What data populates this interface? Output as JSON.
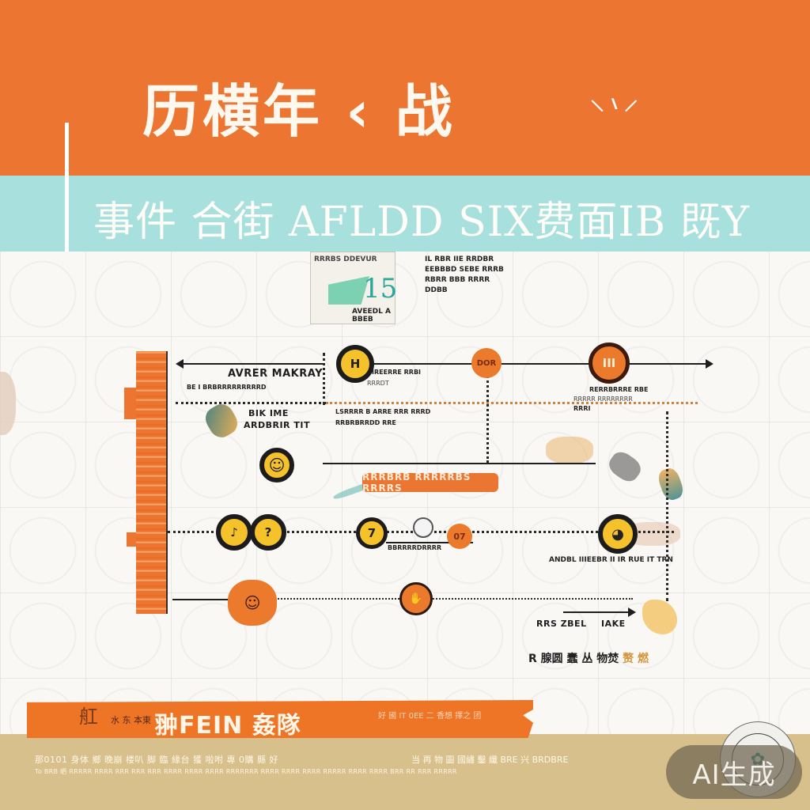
{
  "header": {
    "title": "历横年 ‹ 战",
    "title_deco": "⸜៶⸝",
    "subtitle": "事件 合街 AFLDD SIX费面IB 既Y",
    "colors": {
      "orange": "#ec7532",
      "teal": "#a7e0dc"
    }
  },
  "thumbnail": {
    "head_text": "RRRBS DDEVUR",
    "number": "15",
    "foot_text": "AVEEDL A BBEB",
    "side_lines": [
      "IL RBR IIE RRDBR",
      "EEBBBD SEBE RRRB",
      "RBRR BBB RRRR",
      "DDBB"
    ]
  },
  "timeline": {
    "row1": {
      "left_label": "AVRER MAKRAY",
      "left_sub": "BE I BRBRRRRRRRRRD",
      "left_caption": [
        "BIK IME",
        "ARDBRIR TIT"
      ],
      "nodes": [
        {
          "glyph": "H",
          "style": "yellow",
          "caption": [
            "IREERRE RRBI",
            "RRRDT"
          ]
        },
        {
          "glyph": "DOR",
          "style": "orange"
        },
        {
          "glyph": "III",
          "style": "orange-dark",
          "caption": [
            "RERRBRRRE RBE",
            "RRRRR RRRRRRRR",
            "RRRI"
          ]
        }
      ],
      "mid_caption": [
        "LSRRRR B ARRE RRR RRRD",
        "RRBRBRRDD RRE"
      ]
    },
    "row2": {
      "nodes": [
        {
          "glyph": "☺",
          "style": "yellow"
        }
      ],
      "pill_label": "RRRBRB RRRRRBS RRRRS"
    },
    "row3": {
      "nodes": [
        {
          "glyph": "♪",
          "style": "yellow"
        },
        {
          "glyph": "?",
          "style": "yellow"
        },
        {
          "glyph": "7",
          "style": "yellow"
        },
        {
          "glyph": "07",
          "style": "orange"
        },
        {
          "glyph": "◕",
          "style": "yellow"
        }
      ],
      "under_label": "BBRRRRDRRRR",
      "right_caption": "ANDBL IIIEEBR II IR RUE IT TRN"
    },
    "row4": {
      "arrow_label_left": "RRS ZBEL",
      "arrow_label_right": "IAKE",
      "footer_caption": "R 腺圆 蠢 丛 物焚",
      "footer_caption_accent": "赘 燃"
    }
  },
  "footer": {
    "banner_deco": "舡",
    "banner_small": "水 东 本東",
    "banner_title": "翀FEIN 姦隊",
    "banner_note": "好 國 IT 0EE 二 香想 擇之 团",
    "line1_left": "那0101 身体 鄉 晚崩 楼叭 脚 臨 緣台 獲 啦咐 專 0購 縣 好",
    "line1_right": "当 再 物 圖 國繡 鑿 纖 BRE 兴 BRDBRE",
    "line2": "To BRB 晒 RRRRR RRRR RRR RRR RRR RRRR RRRR RRRR RRRRRRR RRRR RRRR RRRR RRRRR RRRR RRRR BRR RR RRR RRRRR"
  },
  "badge": {
    "label": "AI生成",
    "logo_glyph": "✿"
  }
}
